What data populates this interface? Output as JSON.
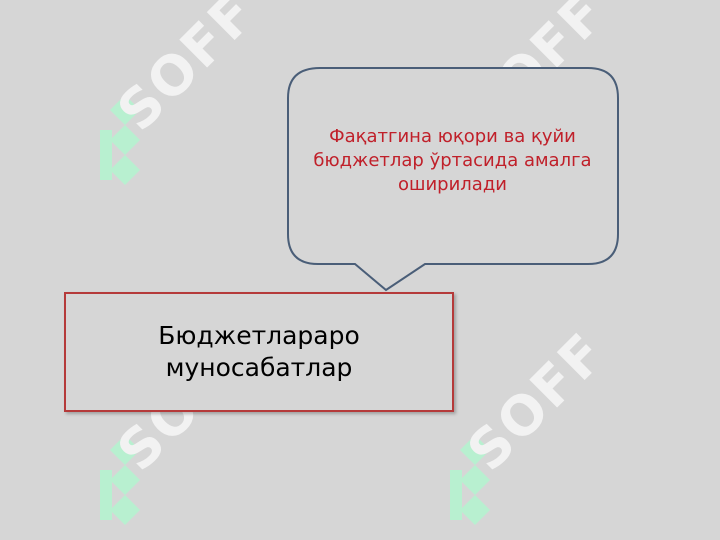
{
  "callout": {
    "text": "Фақатгина юқори ва қуйи бюджетлар ўртасида амалга оширилади",
    "text_color": "#c0202a",
    "border_color": "#4a5e78"
  },
  "main_box": {
    "text": "Бюджетлараро муносабатлар",
    "border_color": "#b53a3a"
  },
  "watermark": {
    "text": "SOFF",
    "logo": "soff-logo",
    "color": "#b8f0d0"
  },
  "background_color": "#d6d6d6"
}
